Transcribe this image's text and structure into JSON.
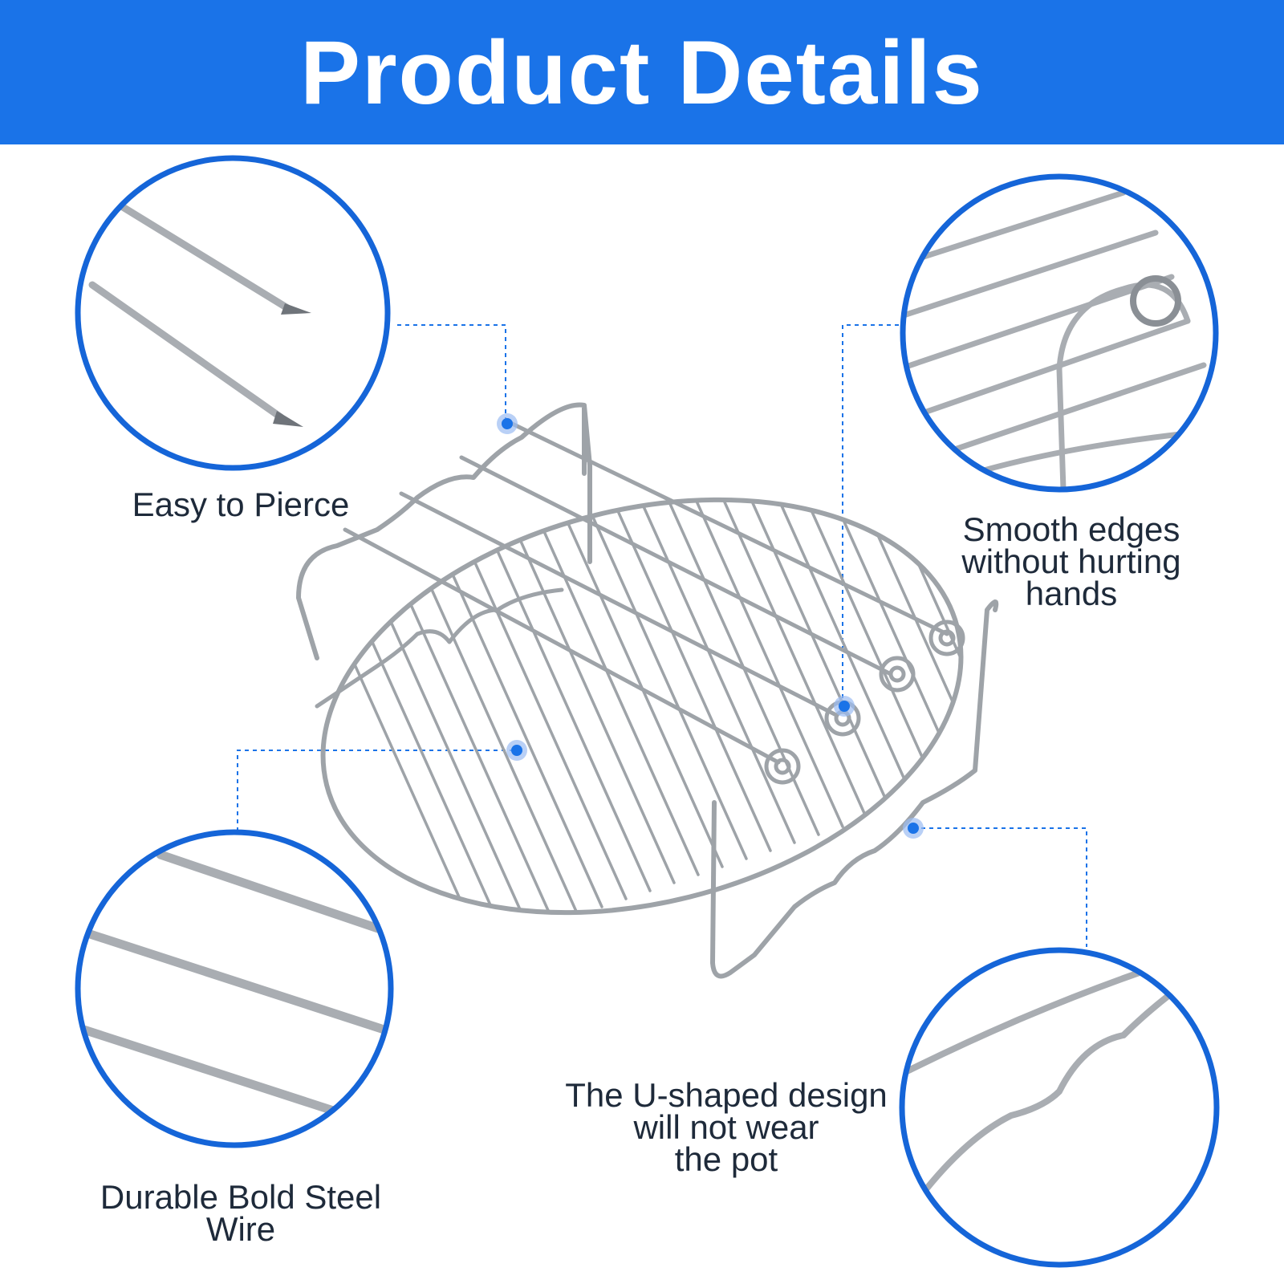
{
  "header": {
    "title": "Product Details"
  },
  "callouts": {
    "pierce": {
      "label": "Easy to Pierce"
    },
    "edges": {
      "lines": [
        "Smooth edges",
        "without hurting",
        "hands"
      ]
    },
    "wire": {
      "lines": [
        "Durable Bold Steel",
        "Wire"
      ]
    },
    "ushape": {
      "lines": [
        "The U-shaped design",
        "will not wear",
        "the pot"
      ]
    }
  },
  "colors": {
    "banner": "#1a73e8",
    "ring": "#1565d8",
    "steel": "#9ea3a8",
    "text": "#1e2a3a"
  }
}
